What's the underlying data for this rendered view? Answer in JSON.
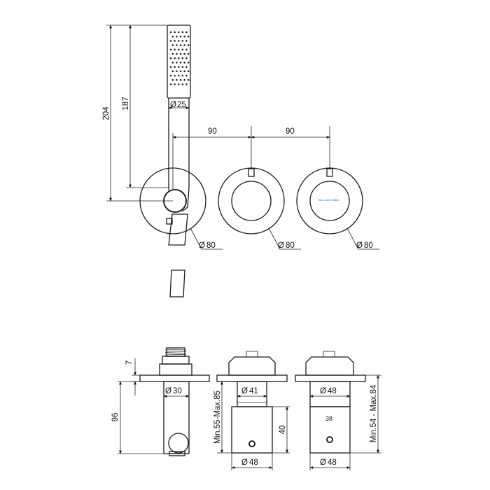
{
  "top_view": {
    "height_total": "204",
    "height_body": "187",
    "handshower_diameter": "25",
    "spacing_1": "90",
    "spacing_2": "90",
    "plate_diameter_1": "80",
    "plate_diameter_2": "80",
    "plate_diameter_3": "80",
    "brand_logo_text": "fima carlo frattini"
  },
  "side_view": {
    "fitting_height": "7",
    "body_height": "96",
    "outlet_diameter": "30",
    "valve1_body_diameter": "41",
    "valve1_range": "Min.55-Max.85",
    "valve1_knob_height": "40",
    "valve1_knob_diameter": "48",
    "valve2_body_diameter": "48",
    "valve2_range": "Min.54 - Max.84",
    "valve2_knob_diameter": "48",
    "valve2_scale_mark": "38"
  },
  "symbols": {
    "diameter": "Ø"
  }
}
